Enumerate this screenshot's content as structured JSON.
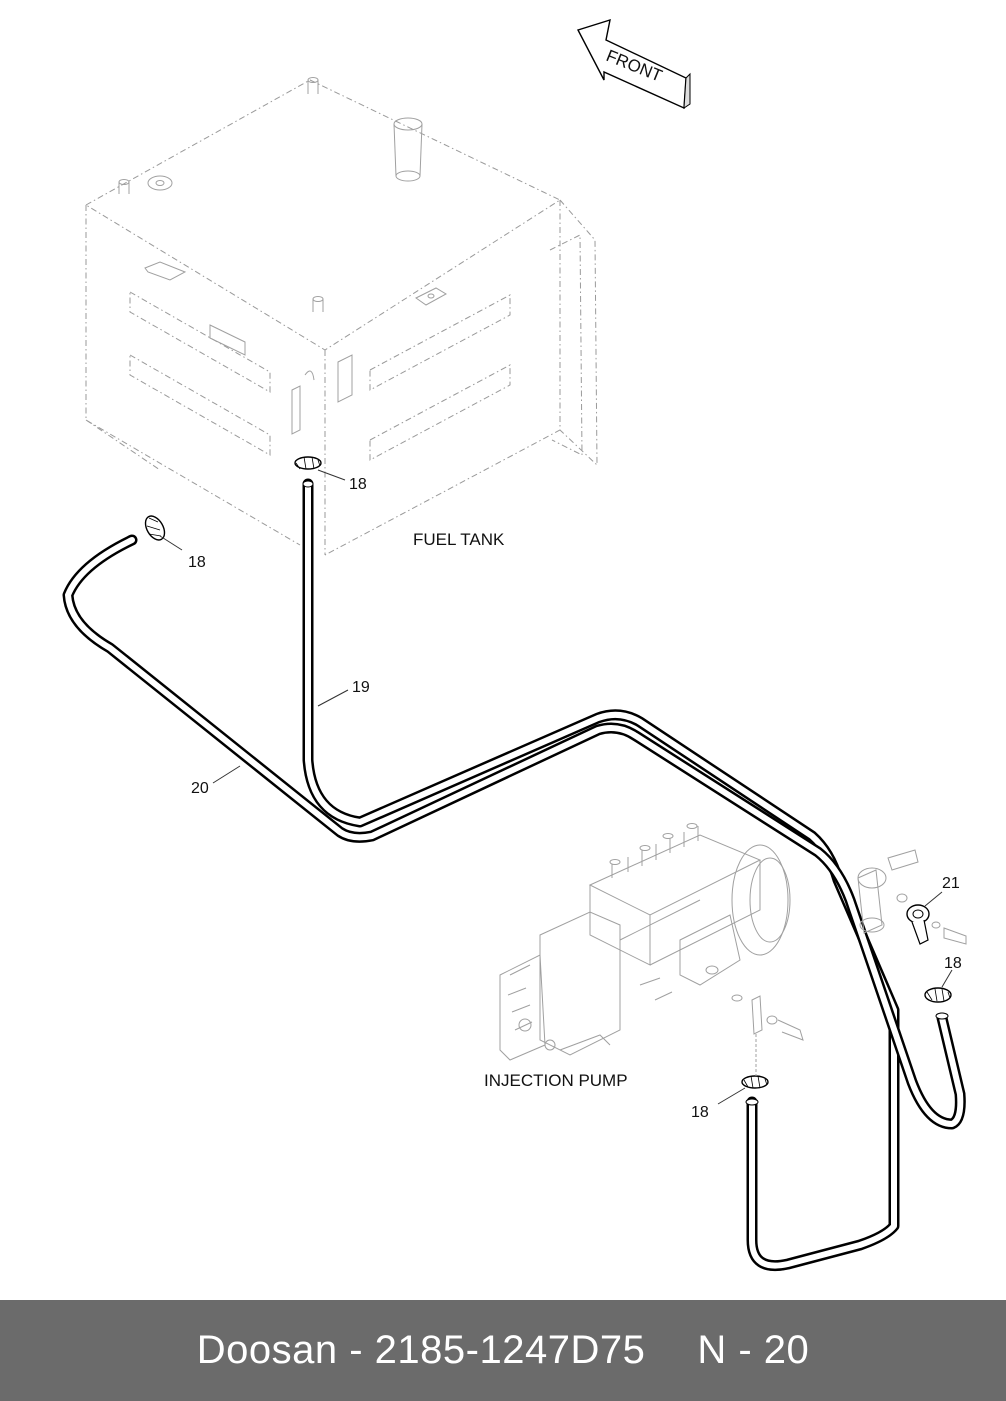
{
  "arrow": {
    "label": "FRONT"
  },
  "labels": {
    "fuel_tank": "FUEL TANK",
    "injection_pump": "INJECTION PUMP"
  },
  "callouts": {
    "c18_tank_top": "18",
    "c18_tank_left": "18",
    "c19": "19",
    "c20": "20",
    "c21": "21",
    "c18_right": "18",
    "c18_pump": "18"
  },
  "footer": {
    "part": "Doosan - 2185-1247D75",
    "page": "N - 20"
  },
  "colors": {
    "footer_bg": "#6b6b6b",
    "footer_text": "#ffffff",
    "ghost_lines": "#9a9a9a",
    "hose": "#000000"
  }
}
